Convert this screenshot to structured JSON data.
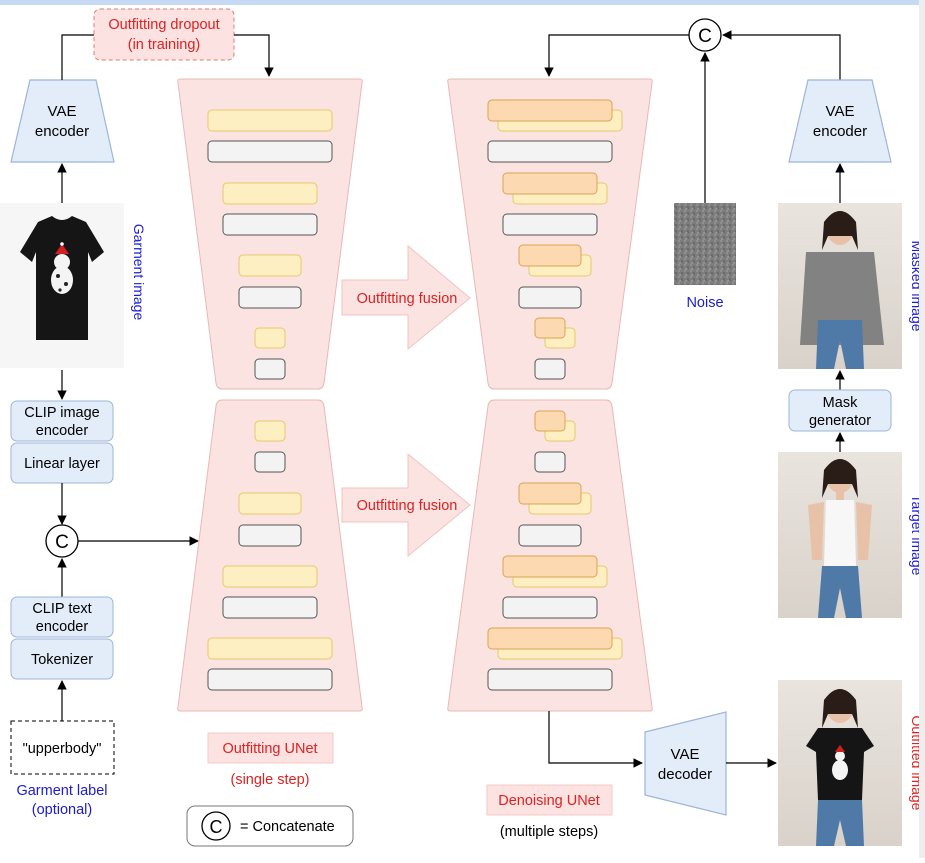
{
  "colors": {
    "top_bar": "#c6d9f5",
    "unet_fill": "#fbe3e1",
    "unet_stroke": "#e8b9b5",
    "block_yellow": "#fdefc2",
    "block_yellow_stroke": "#e6c96b",
    "block_orange": "#fcd9b0",
    "block_orange_stroke": "#d9a552",
    "block_gray": "#f3f3f3",
    "block_gray_stroke": "#555555",
    "blue_box_fill": "#e3edf9",
    "blue_box_stroke": "#9db5d8",
    "red_text": "#dd2222",
    "blue_text": "#1b1bd4",
    "label_pink": "#fde2e2",
    "arrow": "#000000"
  },
  "left": {
    "vae_encoder": "VAE\nencoder",
    "dropout": "Outfitting dropout\n(in training)",
    "garment_image_label": "Garment image",
    "clip_image_encoder": "CLIP image\nencoder",
    "linear_layer": "Linear layer",
    "concat_symbol": "C",
    "clip_text_encoder": "CLIP text\nencoder",
    "tokenizer": "Tokenizer",
    "upperbody": "\"upperbody\"",
    "garment_label": "Garment label\n(optional)"
  },
  "middle": {
    "fusion_top": "Outfitting fusion",
    "fusion_bottom": "Outfitting fusion",
    "outfitting_unet": "Outfitting UNet",
    "single_step": "(single step)",
    "legend_symbol": "C",
    "legend_text": "= Concatenate",
    "denoising_unet": "Denoising UNet",
    "multiple_steps": "(multiple steps)"
  },
  "right": {
    "concat_symbol": "C",
    "noise_label": "Noise",
    "vae_encoder": "VAE\nencoder",
    "masked_image_label": "Masked image",
    "mask_generator": "Mask\ngenerator",
    "target_image_label": "Target image",
    "vae_decoder": "VAE\ndecoder",
    "outfitted_image_label": "Outfitted image"
  }
}
